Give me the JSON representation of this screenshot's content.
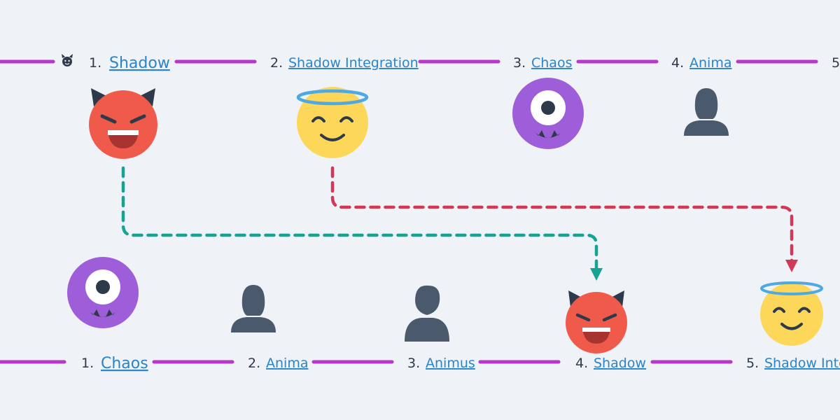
{
  "colors": {
    "background": "#eff2f6",
    "timeline": "#b637c9",
    "shadow_arrow": "#17a394",
    "integration_arrow": "#d03a56",
    "link": "#2b84c9",
    "number": "#2e3a4a",
    "devil": "#f05a4a",
    "smiley": "#fcd75a",
    "halo": "#4ea8e4",
    "cyclops": "#9f5ed9",
    "person": "#4a5a6c"
  },
  "top_row": {
    "stages": [
      {
        "number": "1.",
        "label": "Shadow",
        "icon": "devil-face-icon"
      },
      {
        "number": "2.",
        "label": "Shadow Integration",
        "icon": "angel-face-icon"
      },
      {
        "number": "3.",
        "label": "Chaos",
        "icon": "cyclops-monster-icon"
      },
      {
        "number": "4.",
        "label": "Anima",
        "icon": "woman-silhouette-icon"
      },
      {
        "number": "5",
        "label": "",
        "icon": ""
      }
    ],
    "marker_icon": "small-devil-icon"
  },
  "bottom_row": {
    "stages": [
      {
        "number": "1.",
        "label": "Chaos",
        "icon": "cyclops-monster-icon"
      },
      {
        "number": "2.",
        "label": "Anima",
        "icon": "woman-silhouette-icon"
      },
      {
        "number": "3.",
        "label": "Animus",
        "icon": "man-silhouette-icon"
      },
      {
        "number": "4.",
        "label": "Shadow",
        "icon": "devil-face-icon"
      },
      {
        "number": "5.",
        "label": "Shadow Inte",
        "icon": "angel-face-icon"
      }
    ]
  },
  "connections": [
    {
      "from": "top_row.stages.0",
      "to": "bottom_row.stages.3",
      "color_key": "shadow_arrow"
    },
    {
      "from": "top_row.stages.1",
      "to": "bottom_row.stages.4",
      "color_key": "integration_arrow"
    }
  ]
}
